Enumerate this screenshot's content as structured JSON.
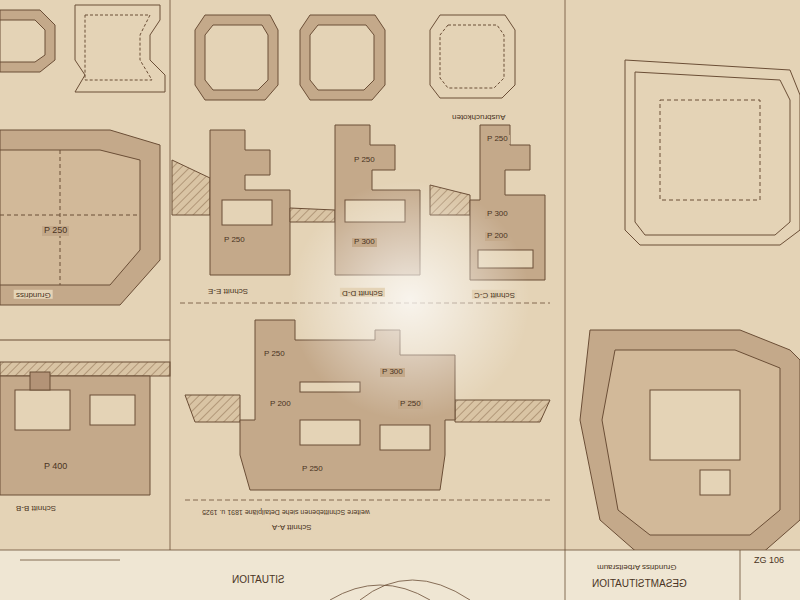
{
  "diagram": {
    "labels": [
      "P 250",
      "Grundriss",
      "P 400",
      "Schnitt B-B",
      "Ausbruchkoten",
      "P 250",
      "Schnitt E-E",
      "P 250",
      "P 300",
      "Schnitt D-D",
      "P 250",
      "P 300",
      "P 200",
      "Schnitt C-C",
      "P 250",
      "P 300",
      "P 200",
      "P 250",
      "P 250",
      "Schnitt A-A",
      "weitere Schnittebenen siehe Detailpläne 1891 u. 1925",
      "Grundriss Arbeitsraum",
      "SITUATION",
      "GESAMTSITUATION",
      "ZG 106"
    ]
  }
}
